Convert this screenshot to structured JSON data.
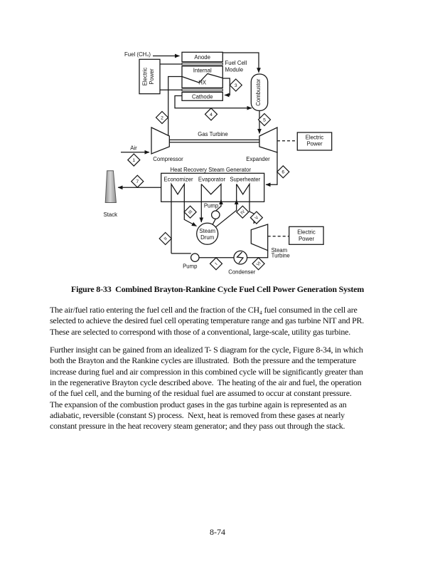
{
  "figure": {
    "fuel_label": "Fuel (CH₄)",
    "module": {
      "anode": "Anode",
      "internal": "Internal",
      "hx": "HX",
      "cathode": "Cathode",
      "label_line1": "Fuel Cell",
      "label_line2": "Module"
    },
    "electric_power": {
      "line1": "Electric",
      "line2": "Power"
    },
    "combustor": "Combustor",
    "gas_turbine": "Gas Turbine",
    "compressor": "Compressor",
    "expander": "Expander",
    "air": "Air",
    "hrsg": {
      "title": "Heat Recovery Steam Generator",
      "economizer": "Economizer",
      "evaporator": "Evaporator",
      "superheater": "Superheater"
    },
    "stack": "Stack",
    "pump_top": "Pump",
    "pump_bottom": "Pump",
    "steam_drum_line1": "Steam",
    "steam_drum_line2": "Drum",
    "steam_turbine_line1": "Steam",
    "steam_turbine_line2": "Turbine",
    "condenser": "Condenser",
    "nodes": {
      "n1": "1",
      "n2": "2",
      "n3": "3",
      "n4": "4",
      "n5": "5",
      "n6": "6",
      "n7": "7",
      "r1": "I",
      "r2": "II",
      "r3": "III",
      "r4": "IV",
      "r5": "V",
      "r6": "VI"
    }
  },
  "caption": "Figure 8-33  Combined Brayton-Rankine Cycle Fuel Cell Power Generation System",
  "paragraph1_lines": [
    "The air/fuel ratio entering the fuel cell and the fraction of the CH₄ fuel consumed in the cell are",
    "selected to achieve the desired fuel cell operating temperature range and gas turbine NIT and PR.",
    "These are selected to correspond with those of a conventional, large-scale, utility gas turbine."
  ],
  "paragraph2_lines": [
    "Further insight can be gained from an idealized T- S diagram for the cycle, Figure 8-34, in which",
    "both the Brayton and the Rankine cycles are illustrated.  Both the pressure and the temperature",
    "increase during fuel and air compression in this combined cycle will be significantly greater than",
    "in the regenerative Brayton cycle described above.  The heating of the air and fuel, the operation",
    "of the fuel cell, and the burning of the residual fuel are assumed to occur at constant pressure.",
    "The expansion of the combustion product gases in the gas turbine again is represented as an",
    "adiabatic, reversible (constant S) process.  Next, heat is removed from these gases at nearly",
    "constant pressure in the heat recovery steam generator; and they pass out through the stack."
  ],
  "page_number": "8-74"
}
